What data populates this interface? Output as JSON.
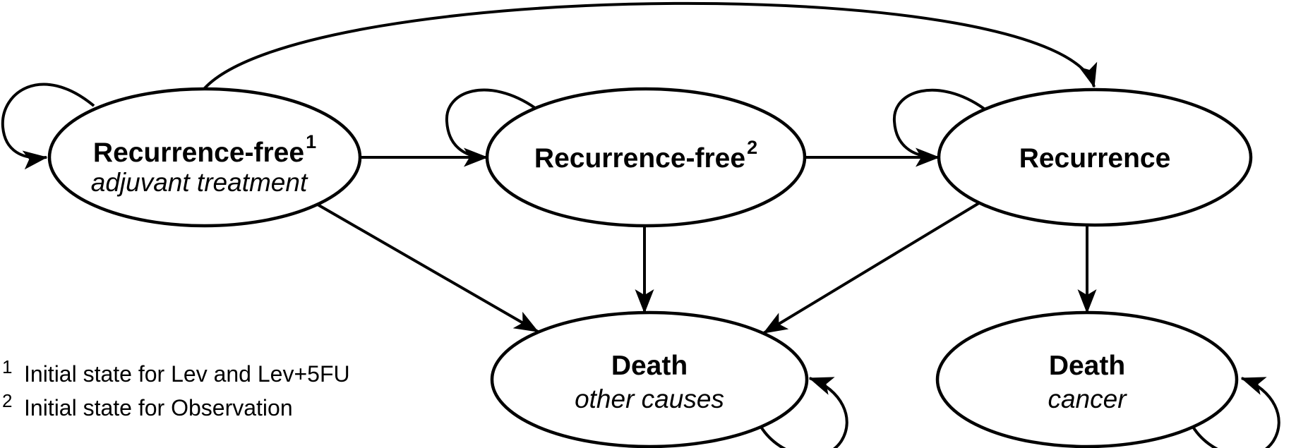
{
  "figure": {
    "type": "state-transition-diagram",
    "background_color": "#ffffff",
    "stroke_color": "#000000",
    "nodes": [
      {
        "id": "recurrence-free-1",
        "title": "Recurrence-free",
        "sup": "1",
        "subtitle": "adjuvant treatment"
      },
      {
        "id": "recurrence-free-2",
        "title": "Recurrence-free",
        "sup": "2",
        "subtitle": ""
      },
      {
        "id": "recurrence",
        "title": "Recurrence",
        "sup": "",
        "subtitle": ""
      },
      {
        "id": "death-other-causes",
        "title": "Death",
        "sup": "",
        "subtitle": "other causes"
      },
      {
        "id": "death-cancer",
        "title": "Death",
        "sup": "",
        "subtitle": "cancer"
      }
    ],
    "transitions": [
      {
        "from": "recurrence-free-1",
        "to": "recurrence-free-1",
        "type": "self-loop"
      },
      {
        "from": "recurrence-free-1",
        "to": "recurrence-free-2",
        "type": "arrow"
      },
      {
        "from": "recurrence-free-1",
        "to": "recurrence",
        "type": "curved-arrow"
      },
      {
        "from": "recurrence-free-1",
        "to": "death-other-causes",
        "type": "arrow"
      },
      {
        "from": "recurrence-free-2",
        "to": "recurrence-free-2",
        "type": "self-loop"
      },
      {
        "from": "recurrence-free-2",
        "to": "recurrence",
        "type": "arrow"
      },
      {
        "from": "recurrence-free-2",
        "to": "death-other-causes",
        "type": "arrow"
      },
      {
        "from": "recurrence",
        "to": "recurrence",
        "type": "self-loop"
      },
      {
        "from": "recurrence",
        "to": "death-other-causes",
        "type": "arrow"
      },
      {
        "from": "recurrence",
        "to": "death-cancer",
        "type": "arrow"
      },
      {
        "from": "death-other-causes",
        "to": "death-other-causes",
        "type": "self-loop"
      },
      {
        "from": "death-cancer",
        "to": "death-cancer",
        "type": "self-loop"
      }
    ],
    "footnotes": [
      {
        "marker": "1",
        "text": "Initial state for Lev and Lev+5FU"
      },
      {
        "marker": "2",
        "text": "Initial state for Observation"
      }
    ]
  }
}
